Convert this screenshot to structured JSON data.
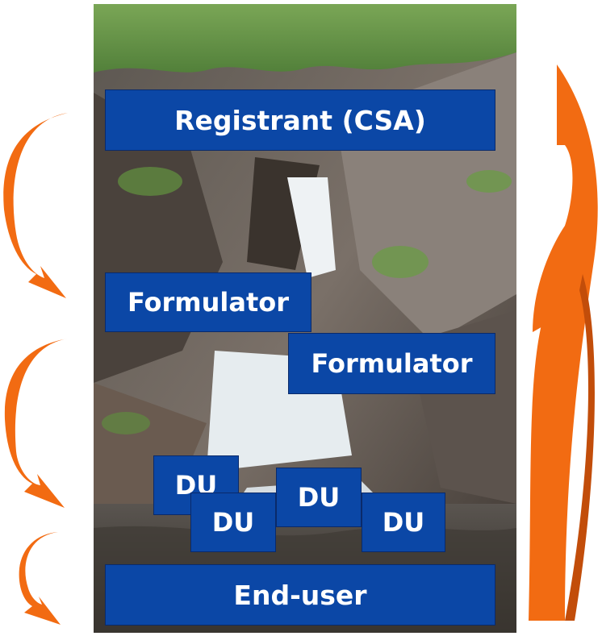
{
  "diagram": {
    "boxes": {
      "registrant": "Registrant (CSA)",
      "formulator_1": "Formulator",
      "formulator_2": "Formulator",
      "du_1": "DU",
      "du_2": "DU",
      "du_3": "DU",
      "du_4": "DU",
      "end_user": "End-user"
    },
    "colors": {
      "box_fill": "#0b47a6",
      "box_text": "#ffffff",
      "arrow": "#f26b12",
      "arrow_shadow": "#c24d0a"
    },
    "background_image": "waterfall-over-rocks"
  }
}
